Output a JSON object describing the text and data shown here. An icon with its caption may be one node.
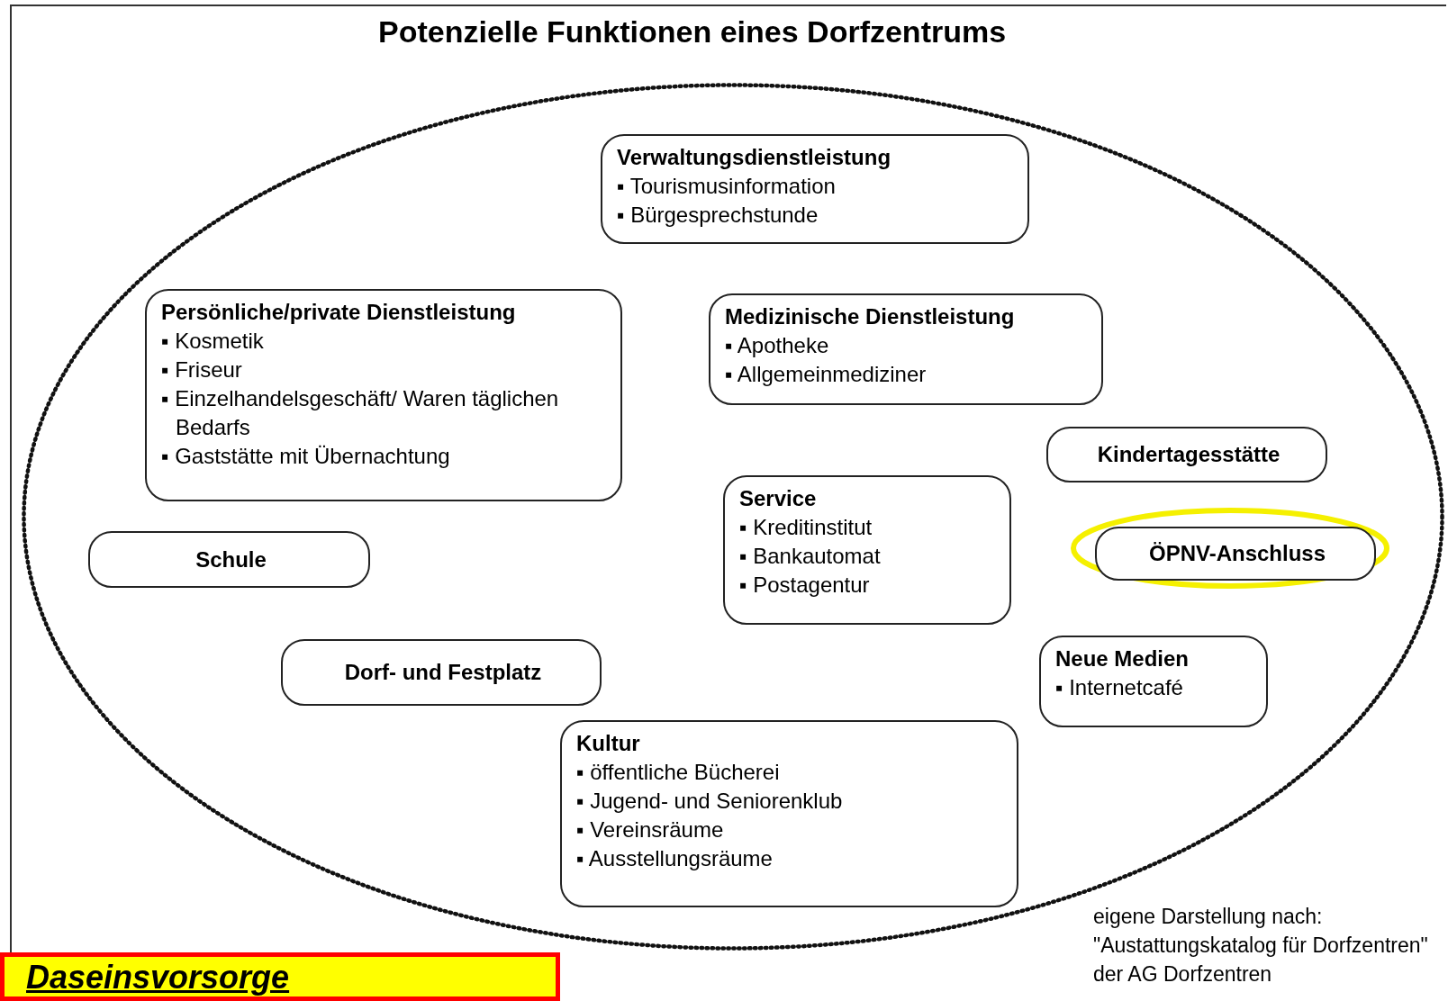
{
  "diagram": {
    "title": "Potenzielle Funktionen eines Dorfzentrums",
    "nodes": [
      {
        "text": [],
        "shape": "ellipse"
      },
      {
        "text": [
          "Verwaltungsdienstleistung",
          "▪ Tourismusinformation",
          "▪ Bürgesprechstunde"
        ],
        "in": 0
      },
      {
        "text": [
          "Persönliche/private Dienstleistung",
          "▪ Kosmetik",
          "▪ Friseur",
          "▪ Einzelhandelsgeschäft/ Waren täglichen Bedarfs",
          "▪ Gaststätte mit Übernachtung"
        ],
        "in": 0
      },
      {
        "text": [
          "Medizinische Dienstleistung",
          "▪ Apotheke",
          "▪ Allgemeinmediziner"
        ],
        "in": 0
      },
      {
        "text": [
          "Kindertagesstätte"
        ],
        "in": 0
      },
      {
        "text": [
          "Service",
          "▪ Kreditinstitut",
          "▪ Bankautomat",
          "▪ Postagentur"
        ],
        "in": 0
      },
      {
        "text": [
          "Schule"
        ],
        "in": 0
      },
      {
        "text": [],
        "shape": "ellipse",
        "in": 0
      },
      {
        "text": [
          "ÖPNV-Anschluss"
        ],
        "in": 7
      },
      {
        "text": [
          "Neue Medien",
          "▪ Internetcafé"
        ],
        "in": 0
      },
      {
        "text": [
          "Dorf- und Festplatz"
        ],
        "in": 0
      },
      {
        "text": [
          "Kultur",
          "▪ öffentliche Bücherei",
          "▪ Jugend- und Seniorenklub",
          "▪ Vereinsräume",
          "▪ Ausstellungsräume"
        ],
        "in": 0
      },
      {
        "text": [
          "Daseinsvorsorge"
        ]
      }
    ],
    "edges": [],
    "labels": [
      "eigene Darstellung nach: \"Austattungskatalog für Dorfzentren\" der AG Dorfzentren"
    ]
  }
}
